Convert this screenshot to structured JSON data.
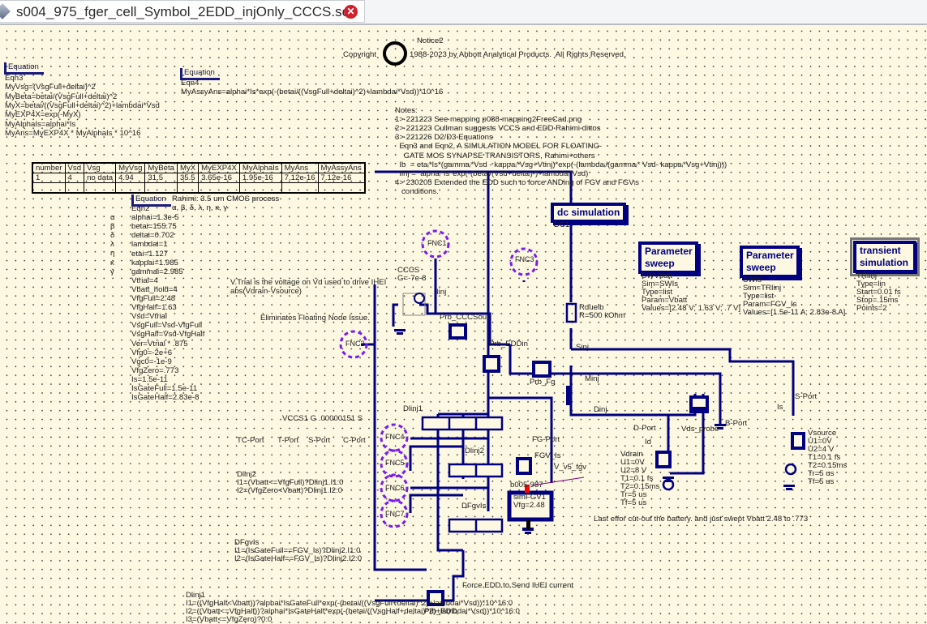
{
  "tab": {
    "title": "s004_975_fger_cell_Symbol_2EDD_injOnly_CCCS.sch",
    "close_icon": "close-icon"
  },
  "notice": {
    "name": "Notice2",
    "left": "Copyright",
    "right": "1988-2023 by Abbott Analytical Products.  All Rights Reserved."
  },
  "eqn3": {
    "header": "Equation",
    "lines": [
      "Eqn3",
      "MyVsg=(VsgFull+deltai)^2",
      "MyBeta=betai/(VsgFull+deltai)^2",
      "MyX=betai/((VsgFull+deltai)^2)+lambdai*Vsd",
      "MyEXP4X=exp(-MyX)",
      "MyAlphaIs=alphai*Is",
      "MyAns=MyEXP4X * MyAlphaIs * 10^16"
    ]
  },
  "eqn4": {
    "header": "Equation",
    "lines": [
      "Eqn4",
      "MyAssyAns=alphai*Is*exp(-(betai/((VsgFull+deltai)^2)+lambdai*Vsd))*10^16"
    ]
  },
  "notes": {
    "lines": [
      "Notes:",
      "1> 221223 See mapping p088-mapping2FreeCad.png",
      "2> 221223 Cullman suggests VCCS and EDD Rahimi dittos",
      "3> 221226 D2/D3 Equations",
      "  Eqn3 and Eqn2, A SIMULATION MODEL FOR FLOATING-",
      "    GATE MOS SYNAPSE TRANSISTORS, Rahimi+others",
      "  Ib  = etaᵢ*Is*(gammaᵢ*Vsd - kappaᵢ*Vsg+Vtinj)*exp(-(lambdaᵢ/(gammaᵢ* Vsd- kappaᵢ*Vsg+Vtinj)))",
      "  Iinj =  alphaᵢ*Is*exp(-(betaᵢ/(Vsd+deltaᵢ)²)+lambdaᵢ*Vsd)",
      "4> 230205 Extended the EDD such to force ANDing of FGV and FGVᵢs",
      "   conditions."
    ]
  },
  "table": {
    "headers": [
      "number",
      "Vsd",
      "Vsg",
      "MyVsg",
      "MyBeta",
      "MyX",
      "MyEXP4X",
      "MyAlphaIs",
      "MyAns",
      "MyAssyAns"
    ],
    "rows": [
      [
        "1",
        "4",
        "no data",
        "4.94",
        "31.5",
        "35.5",
        "3.65e-16",
        "1.95e-16",
        "7.12e-16",
        "7.12e-16"
      ]
    ]
  },
  "eqn2": {
    "header": "Equation",
    "comment1": "Rahimi: 3.5 um CMOS process",
    "comment2": "α, β, δ, λ, η, κ, γ",
    "greek": [
      "α",
      "β",
      "δ",
      "λ",
      "η",
      "κ",
      "γ"
    ],
    "lines": [
      "Eqn2",
      "alphai=1.3e-5",
      "betai=155.75",
      "deltai=0.702",
      "lambdai=1",
      "etai=1.127",
      "kappai=1.985",
      "gammai=2.985",
      "Vtrial=4",
      "Vbatt_hold=4",
      "VfgFull=2.48",
      "VfgHalf=1.63",
      "Vsd=Vtrial",
      "VsgFull=Vsd-VfgFull",
      "VsgHalf=Vsd-VfgHalf",
      "Ver=Vtrial * .875",
      "Vfg0=-2e+6",
      "Vgc0=-1e-9",
      "VfgZero=.773",
      "Is=1.5e-11",
      "IsGateFull=1.5e-11",
      "IsGateHalf=2.83e-8"
    ]
  },
  "comments": {
    "vtrial1": "V.Trial is the voltage on Vd used to drive IHEI",
    "vtrial2": "abs(Vdrain-Vsource)",
    "floating": "Eliminates Floating Node Issue.",
    "vccs": "VCCS1 G .00000151 S",
    "force": "Force EDD to Send IHEI current",
    "last": "Last effor cut-out the battery. and just swept Vbatt 2.48 to .773"
  },
  "ports_row": [
    "TC-Port",
    "T-Port",
    "S-Port",
    "C-Port"
  ],
  "dlinj2_eq": [
    "Dlinj2",
    "I1=(Vbatt<=VfgFull)?Dlinj1.I1:0",
    "I2=(VfgZero<Vbatt)?Dlinj1.I2:0"
  ],
  "dfgvis_eq": [
    "DFgvIs",
    "I1=(IsGateFull==FGV_Is)?Dlinj2.I1:0",
    "I2=(IsGateHalf==FGV_Is)?Dlinj2.I2:0"
  ],
  "dlinj1_eq": [
    "Dlinj1",
    "I1=((VfgHalf<Vbatt))?alphai*IsGateFull*exp(-(betai/((VsgFull+deltai)^2)+lambdai*Vsd))*10^16:0",
    "I2=((Vbatt<=VfgHalf))?alphai*IsGateHalf*exp(-(betai/((VsgHalf+deltai)^2)+lambdai*Vsd))*10^16:0",
    "I3=(Vbatt<=VfgZero)?0:0"
  ],
  "sims": {
    "dc": {
      "title": "dc simulation",
      "name": "DC1"
    },
    "sweep1": {
      "title1": "Parameter",
      "title2": "sweep",
      "lines": [
        "SWVbatt",
        "Sim=SWIs",
        "Type=list",
        "Param=Vbatt",
        "Values=[2.48 V; 1.63 V; .7 V]"
      ]
    },
    "sweep2": {
      "title1": "Parameter",
      "title2": "sweep",
      "lines": [
        "SWIs",
        "Sim=TRIinj",
        "Type=list",
        "Param=FGV_Is",
        "Values=[1.5e-11 A; 2.83e-8 A]"
      ]
    },
    "tran": {
      "title1": "transient",
      "title2": "simulation",
      "lines": [
        "TRIinj",
        "Type=lin",
        "Start=0.01 fs",
        "Stop=.15ms",
        "Points=2"
      ]
    }
  },
  "components": {
    "fnc": [
      "FNC1",
      "FNC2",
      "FNC3",
      "FNC4",
      "FNC5",
      "FNC6",
      "FNC7"
    ],
    "cccs": [
      "CCCS",
      "G=-7e-8"
    ],
    "iinj": "Iinj",
    "prb_cccsout": "Prb_CCCSout",
    "prb_eddin": "Prb_EDDin",
    "prb_fg": "Prb_Fg",
    "prb_edd": "Prb_EDD",
    "rduelb": [
      "Rduelb",
      "R=500 kOhm"
    ],
    "sinj": "Sinj",
    "minj": "Minj",
    "dinj": "Dinj",
    "dlinj1": "Dlinj1",
    "dlinj2": "Dlinj2",
    "dfgvis": "DFgvIs",
    "fg_port": "FG-Port",
    "fgv_is": "FGV_Is",
    "v_v5_fgv": "V_v5_fgv",
    "b005": "b005-987",
    "simfgv": [
      "simFGV1",
      "Vfg=2.48"
    ],
    "d_port": "D-Port",
    "id": "Id",
    "vds_probe": "Vds_probe",
    "b_port": "B-Port",
    "s_port": "S-Port",
    "is": "Is",
    "vdrain": [
      "Vdrain",
      "U1=0V",
      "U2=8 V",
      "T1=0.1 fs",
      "T2=0.15ms",
      "Tr=5 us",
      "Tf=5 us"
    ],
    "vsource": [
      "Vsource",
      "U1=0V",
      "U2=4 V",
      "T1=0.1 fs",
      "T2=0.15ms",
      "Tr=5 us",
      "Tf=5 us"
    ]
  },
  "colors": {
    "wire": "#000080",
    "canvas": "#fdf8e1",
    "fnc": "#7a1cf0",
    "accent_red": "#ff0000",
    "close": "#d0202c"
  }
}
